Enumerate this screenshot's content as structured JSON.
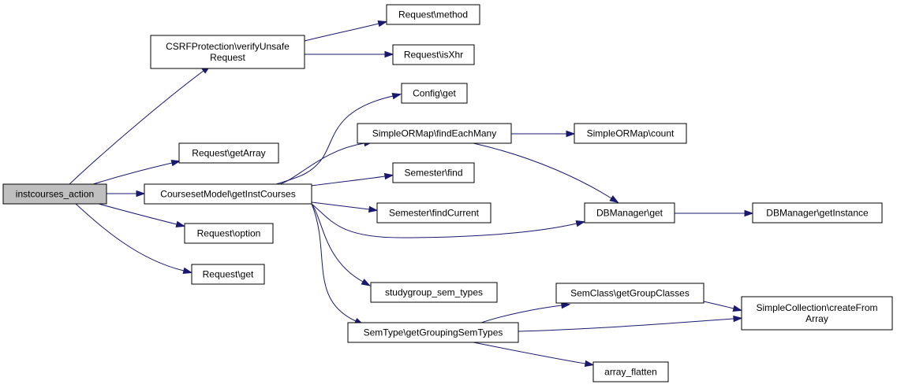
{
  "graph": {
    "root": "instcourses_action",
    "colors": {
      "edge": "#191970",
      "root_fill": "#bfbfbf",
      "node_fill": "#ffffff",
      "node_border": "#000000"
    },
    "nodes": [
      {
        "id": "instcourses_action",
        "lines": [
          "instcourses_action"
        ]
      },
      {
        "id": "csrf_verify",
        "lines": [
          "CSRFProtection\\verifyUnsafe",
          "Request"
        ]
      },
      {
        "id": "request_method",
        "lines": [
          "Request\\method"
        ]
      },
      {
        "id": "request_isxhr",
        "lines": [
          "Request\\isXhr"
        ]
      },
      {
        "id": "request_getarray",
        "lines": [
          "Request\\getArray"
        ]
      },
      {
        "id": "courseset_getinst",
        "lines": [
          "CoursesetModel\\getInstCourses"
        ]
      },
      {
        "id": "config_get",
        "lines": [
          "Config\\get"
        ]
      },
      {
        "id": "orm_findeachmany",
        "lines": [
          "SimpleORMap\\findEachMany"
        ]
      },
      {
        "id": "orm_count",
        "lines": [
          "SimpleORMap\\count"
        ]
      },
      {
        "id": "semester_find",
        "lines": [
          "Semester\\find"
        ]
      },
      {
        "id": "semester_findcurrent",
        "lines": [
          "Semester\\findCurrent"
        ]
      },
      {
        "id": "dbmanager_get",
        "lines": [
          "DBManager\\get"
        ]
      },
      {
        "id": "dbmanager_getinstance",
        "lines": [
          "DBManager\\getInstance"
        ]
      },
      {
        "id": "request_option",
        "lines": [
          "Request\\option"
        ]
      },
      {
        "id": "request_get",
        "lines": [
          "Request\\get"
        ]
      },
      {
        "id": "studygroup_sem_types",
        "lines": [
          "studygroup_sem_types"
        ]
      },
      {
        "id": "semclass_getgroupclasses",
        "lines": [
          "SemClass\\getGroupClasses"
        ]
      },
      {
        "id": "collection_createfromarray",
        "lines": [
          "SimpleCollection\\createFrom",
          "Array"
        ]
      },
      {
        "id": "semtype_getgrouping",
        "lines": [
          "SemType\\getGroupingSemTypes"
        ]
      },
      {
        "id": "array_flatten",
        "lines": [
          "array_flatten"
        ]
      }
    ],
    "edges": [
      {
        "from": "instcourses_action",
        "to": "csrf_verify"
      },
      {
        "from": "instcourses_action",
        "to": "request_getarray"
      },
      {
        "from": "instcourses_action",
        "to": "courseset_getinst"
      },
      {
        "from": "instcourses_action",
        "to": "request_option"
      },
      {
        "from": "instcourses_action",
        "to": "request_get"
      },
      {
        "from": "csrf_verify",
        "to": "request_method"
      },
      {
        "from": "csrf_verify",
        "to": "request_isxhr"
      },
      {
        "from": "courseset_getinst",
        "to": "config_get"
      },
      {
        "from": "courseset_getinst",
        "to": "orm_findeachmany"
      },
      {
        "from": "courseset_getinst",
        "to": "semester_find"
      },
      {
        "from": "courseset_getinst",
        "to": "semester_findcurrent"
      },
      {
        "from": "courseset_getinst",
        "to": "dbmanager_get"
      },
      {
        "from": "courseset_getinst",
        "to": "studygroup_sem_types"
      },
      {
        "from": "courseset_getinst",
        "to": "semtype_getgrouping"
      },
      {
        "from": "orm_findeachmany",
        "to": "orm_count"
      },
      {
        "from": "orm_findeachmany",
        "to": "dbmanager_get"
      },
      {
        "from": "dbmanager_get",
        "to": "dbmanager_getinstance"
      },
      {
        "from": "semtype_getgrouping",
        "to": "semclass_getgroupclasses"
      },
      {
        "from": "semtype_getgrouping",
        "to": "collection_createfromarray"
      },
      {
        "from": "semtype_getgrouping",
        "to": "array_flatten"
      },
      {
        "from": "semclass_getgroupclasses",
        "to": "collection_createfromarray"
      }
    ]
  }
}
